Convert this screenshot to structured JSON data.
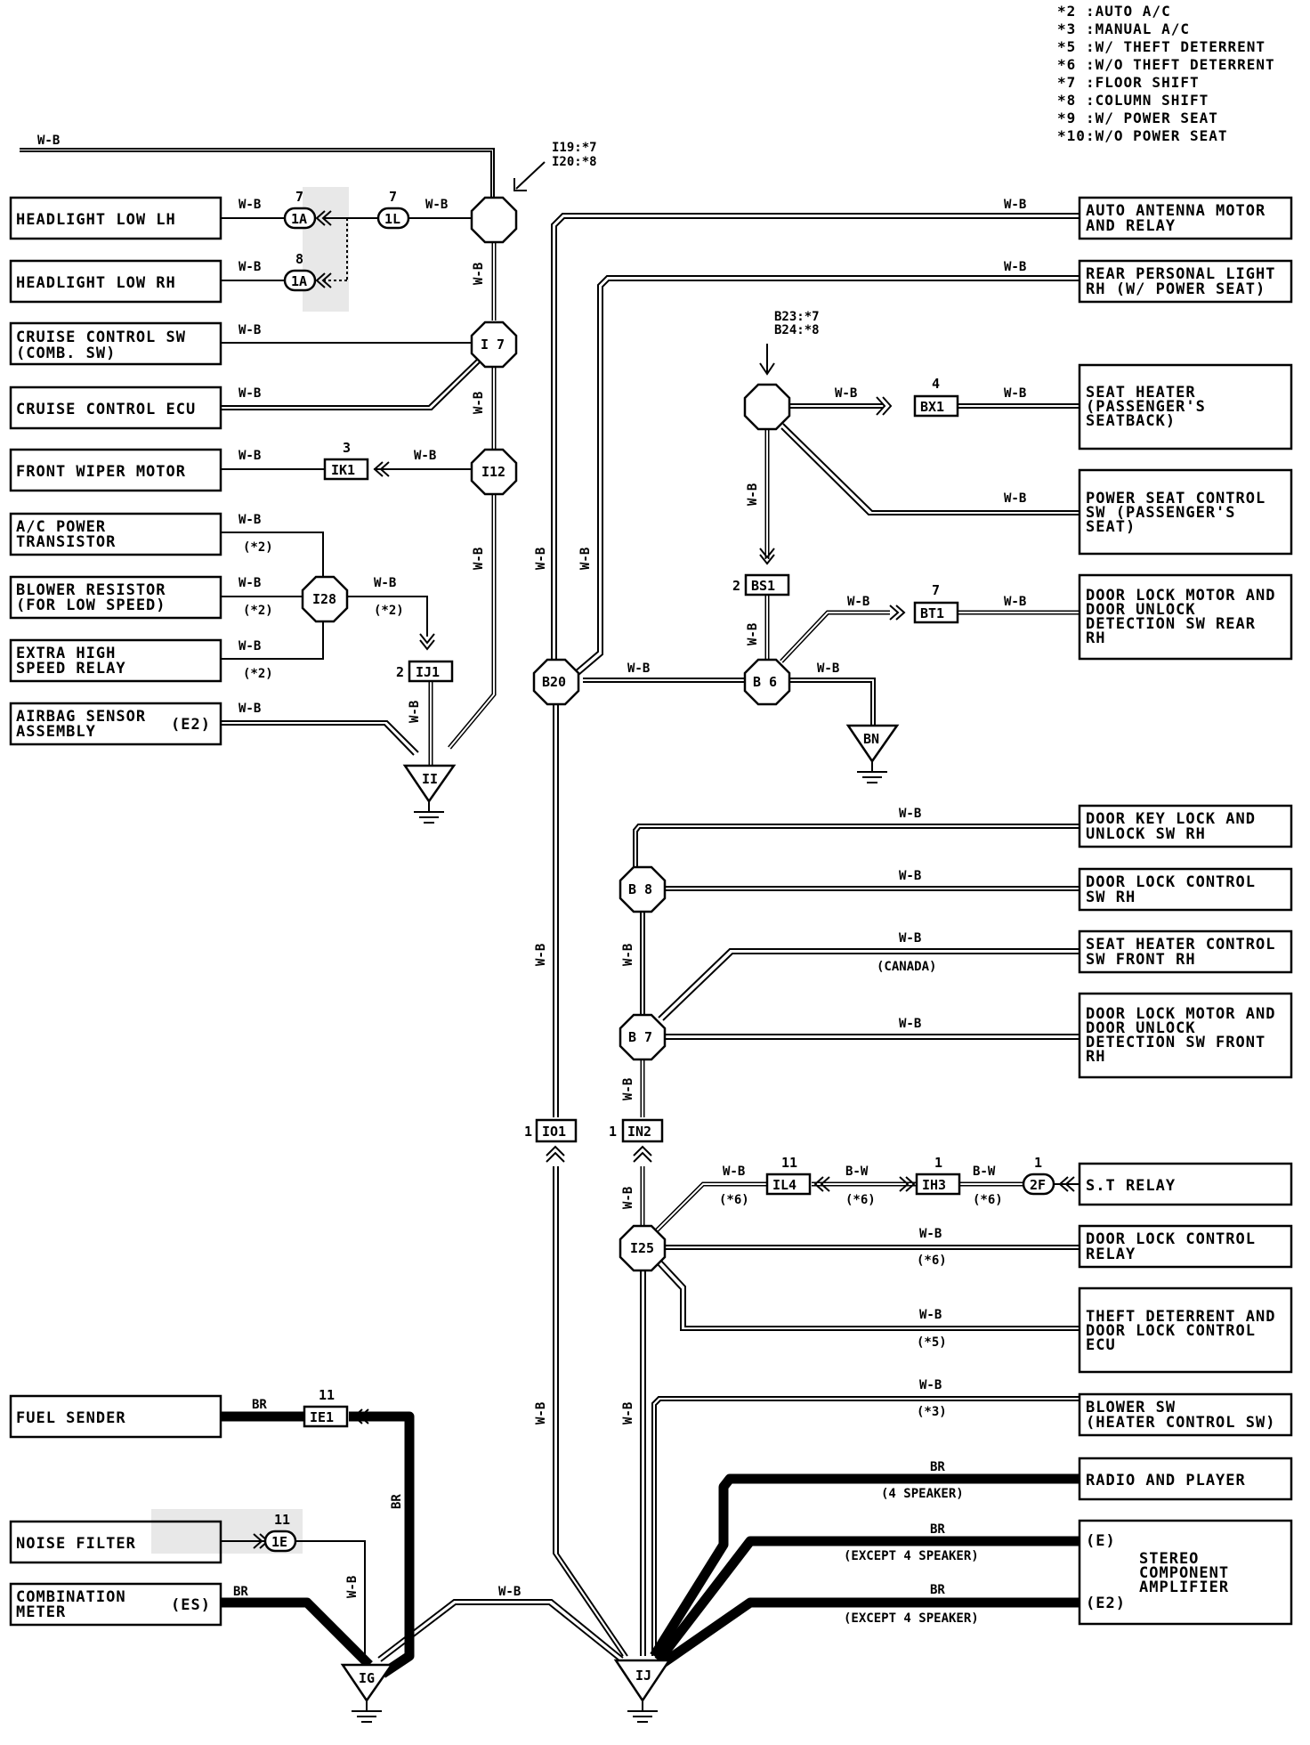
{
  "legend": [
    {
      "code": "*2",
      "desc": ":AUTO A/C"
    },
    {
      "code": "*3",
      "desc": ":MANUAL A/C"
    },
    {
      "code": "*5",
      "desc": ":W/ THEFT DETERRENT"
    },
    {
      "code": "*6",
      "desc": ":W/O THEFT DETERRENT"
    },
    {
      "code": "*7",
      "desc": ":FLOOR SHIFT"
    },
    {
      "code": "*8",
      "desc": ":COLUMN SHIFT"
    },
    {
      "code": "*9",
      "desc": ":W/ POWER SEAT"
    },
    {
      "code": "*10",
      "desc": ":W/O POWER SEAT"
    }
  ],
  "components_left": {
    "headlight_low_lh": "HEADLIGHT LOW LH",
    "headlight_low_rh": "HEADLIGHT LOW RH",
    "cruise_sw_1": "CRUISE CONTROL SW",
    "cruise_sw_2": "(COMB. SW)",
    "cruise_ecu": "CRUISE CONTROL ECU",
    "front_wiper": "FRONT WIPER MOTOR",
    "ac_power_1": "A/C POWER",
    "ac_power_2": "TRANSISTOR",
    "blower_res_1": "BLOWER RESISTOR",
    "blower_res_2": "(FOR LOW SPEED)",
    "extra_high_1": "EXTRA HIGH",
    "extra_high_2": "SPEED RELAY",
    "airbag_1": "AIRBAG SENSOR",
    "airbag_2": "ASSEMBLY",
    "airbag_pin": "(E2)",
    "fuel_sender": "FUEL SENDER",
    "noise_filter": "NOISE FILTER",
    "comb_meter_1": "COMBINATION",
    "comb_meter_2": "METER",
    "comb_meter_pin": "(ES)"
  },
  "components_right": {
    "auto_antenna_1": "AUTO ANTENNA MOTOR",
    "auto_antenna_2": "AND RELAY",
    "rear_personal_1": "REAR PERSONAL LIGHT",
    "rear_personal_2": "RH (W/ POWER SEAT)",
    "seat_heater_1": "SEAT HEATER",
    "seat_heater_2": "(PASSENGER'S",
    "seat_heater_3": "SEATBACK)",
    "power_seat_1": "POWER SEAT CONTROL",
    "power_seat_2": "SW (PASSENGER'S",
    "power_seat_3": "SEAT)",
    "door_lock_rear_1": "DOOR LOCK MOTOR AND",
    "door_lock_rear_2": "DOOR UNLOCK",
    "door_lock_rear_3": "DETECTION SW REAR",
    "door_lock_rear_4": "RH",
    "door_key_1": "DOOR KEY LOCK AND",
    "door_key_2": "UNLOCK SW RH",
    "door_lock_ctrl_sw_1": "DOOR LOCK CONTROL",
    "door_lock_ctrl_sw_2": "SW RH",
    "seat_heater_ctrl_1": "SEAT HEATER CONTROL",
    "seat_heater_ctrl_2": "SW FRONT RH",
    "door_lock_front_1": "DOOR LOCK MOTOR AND",
    "door_lock_front_2": "DOOR UNLOCK",
    "door_lock_front_3": "DETECTION SW FRONT",
    "door_lock_front_4": "RH",
    "st_relay": "S.T RELAY",
    "door_lock_relay_1": "DOOR LOCK CONTROL",
    "door_lock_relay_2": "RELAY",
    "theft_1": "THEFT DETERRENT AND",
    "theft_2": "DOOR LOCK CONTROL",
    "theft_3": "ECU",
    "blower_sw_1": "BLOWER SW",
    "blower_sw_2": "(HEATER CONTROL SW)",
    "radio": "RADIO AND PLAYER",
    "stereo_e": "(E)",
    "stereo_1": "STEREO",
    "stereo_2": "COMPONENT",
    "stereo_3": "AMPLIFIER",
    "stereo_e2": "(E2)"
  },
  "wire_colors": {
    "wb": "W-B",
    "br": "BR",
    "bw": "B-W"
  },
  "conditions": {
    "c2": "(*2)",
    "c3": "(*3)",
    "c5": "(*5)",
    "c6": "(*6)",
    "canada": "(CANADA)",
    "four_spk": "(4 SPEAKER)",
    "except_four": "(EXCEPT 4 SPEAKER)"
  },
  "junction_notes": {
    "i19": "I19:*7",
    "i20": "I20:*8",
    "b23": "B23:*7",
    "b24": "B24:*8"
  },
  "junctions": {
    "i7": "I 7",
    "i12": "I12",
    "i28": "I28",
    "b20": "B20",
    "b6": "B 6",
    "b8": "B 8",
    "b7": "B 7",
    "i25": "I25"
  },
  "grounds": {
    "ii": "II",
    "bn": "BN",
    "ig": "IG",
    "ij": "IJ"
  },
  "connectors": {
    "c1a": "1A",
    "c1l": "1L",
    "c1e": "1E",
    "c2f": "2F",
    "ik1": "IK1",
    "ij1": "IJ1",
    "bx1": "BX1",
    "bs1": "BS1",
    "bt1": "BT1",
    "io1": "IO1",
    "in2": "IN2",
    "il4": "IL4",
    "ih3": "IH3",
    "ie1": "IE1"
  },
  "pins": {
    "p7": "7",
    "p8": "8",
    "p3": "3",
    "p2": "2",
    "p4": "4",
    "p1": "1",
    "p11": "11"
  },
  "colors": {
    "line": "#000000",
    "background": "#ffffff",
    "stipple": "#d8d8d8"
  }
}
